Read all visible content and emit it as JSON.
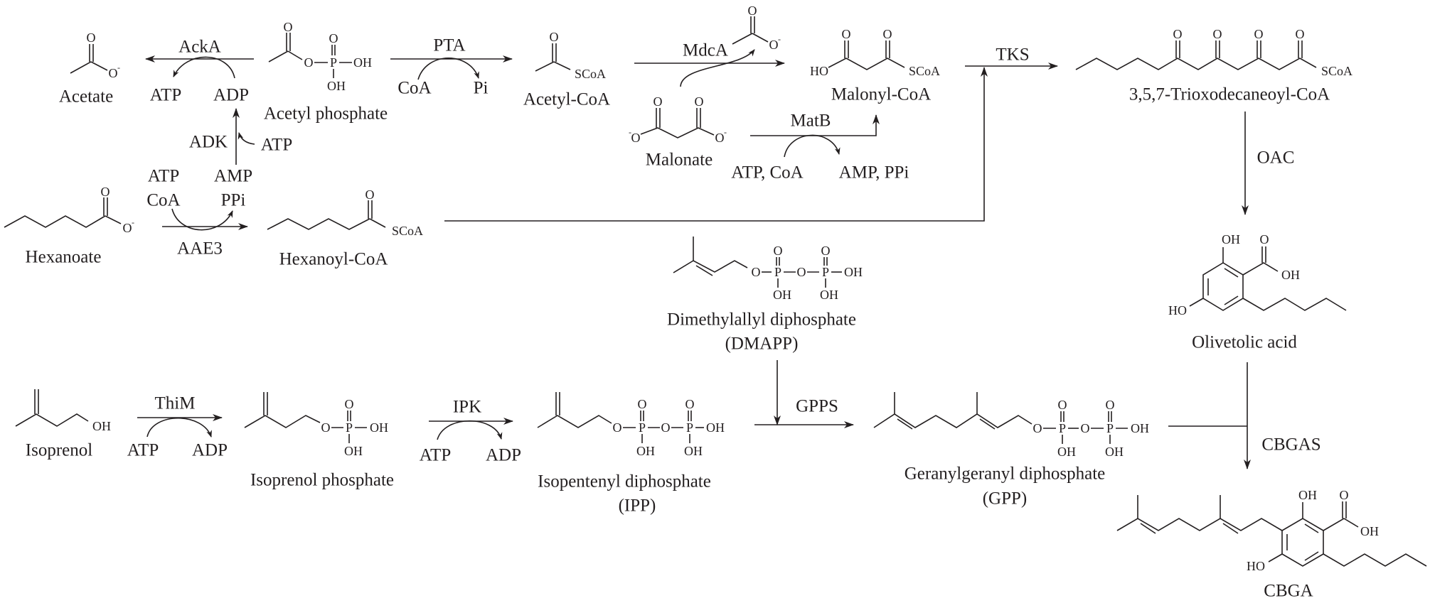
{
  "compounds": {
    "acetate": "Acetate",
    "acetyl_phosphate": "Acetyl phosphate",
    "acetyl_coa": "Acetyl-CoA",
    "malonate": "Malonate",
    "malonyl_coa": "Malonyl-CoA",
    "trioxo": "3,5,7-Trioxodecaneoyl-CoA",
    "hexanoate": "Hexanoate",
    "hexanoyl_coa": "Hexanoyl-CoA",
    "dmapp_name": "Dimethylallyl diphosphate",
    "dmapp_abbr": "(DMAPP)",
    "olivetolic": "Olivetolic acid",
    "isoprenol": "Isoprenol",
    "isoprenol_phosphate": "Isoprenol phosphate",
    "ipp_name": "Isopentenyl diphosphate",
    "ipp_abbr": "(IPP)",
    "gpp_name": "Geranylgeranyl diphosphate",
    "gpp_abbr": "(GPP)",
    "cbga": "CBGA"
  },
  "enzymes": {
    "acka": "AckA",
    "pta": "PTA",
    "mdca": "MdcA",
    "matb": "MatB",
    "tks": "TKS",
    "adk": "ADK",
    "aae3": "AAE3",
    "oac": "OAC",
    "thim": "ThiM",
    "ipk": "IPK",
    "gpps": "GPPS",
    "cbgas": "CBGAS"
  },
  "cofactors": {
    "atp": "ATP",
    "adp": "ADP",
    "amp": "AMP",
    "coa": "CoA",
    "pi": "Pi",
    "ppi": "PPi",
    "atp_coa": "ATP, CoA",
    "amp_ppi": "AMP, PPi"
  },
  "atoms": {
    "O": "O",
    "OH": "OH",
    "HO": "HO",
    "P": "P",
    "SCoA": "SCoA",
    "minus": "-"
  },
  "colors": {
    "ink": "#231f20",
    "background": "#ffffff"
  }
}
